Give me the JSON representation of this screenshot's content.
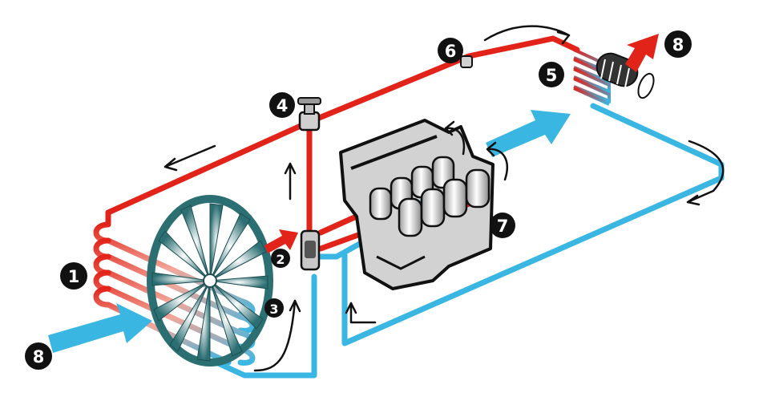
{
  "colors": {
    "hot": "#e2231a",
    "cold": "#3ab6e3",
    "engine_fill": "#d2d2d2",
    "outline": "#111111",
    "fan": "#2c6f73",
    "badge": "#111111",
    "background": "#ffffff"
  },
  "callouts": {
    "radiator": "1",
    "thermostat": "2",
    "return": "3",
    "valve": "4",
    "heater_core": "5",
    "bleeder": "6",
    "engine": "7",
    "airflow_in": "8",
    "airflow_out": "8"
  },
  "icons": [
    "radiator-fan-icon",
    "engine-block-icon",
    "thermostat-icon",
    "valve-icon",
    "heater-fan-icon",
    "flow-arrow-icon"
  ]
}
